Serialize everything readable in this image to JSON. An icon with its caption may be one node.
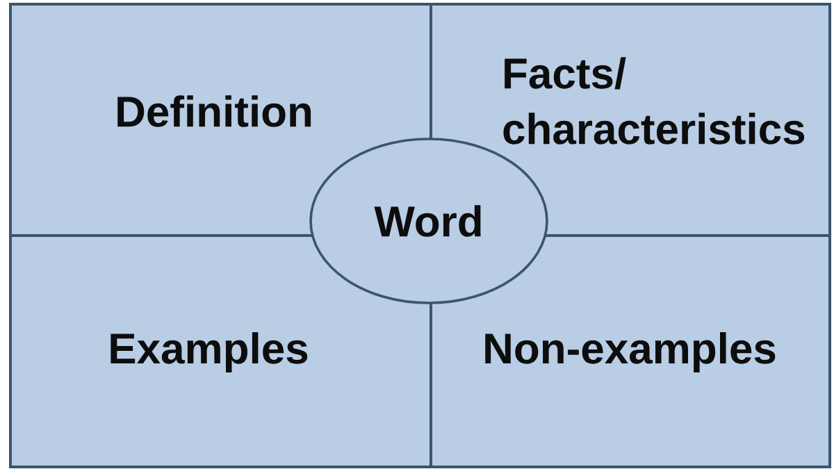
{
  "diagram": {
    "nodes": [
      {
        "text": [
          "Definition"
        ]
      },
      {
        "text": [
          "Facts/ characteristics"
        ]
      },
      {
        "text": [
          "Examples"
        ]
      },
      {
        "text": [
          "Non-examples"
        ]
      },
      {
        "text": [
          "Word"
        ]
      }
    ]
  }
}
